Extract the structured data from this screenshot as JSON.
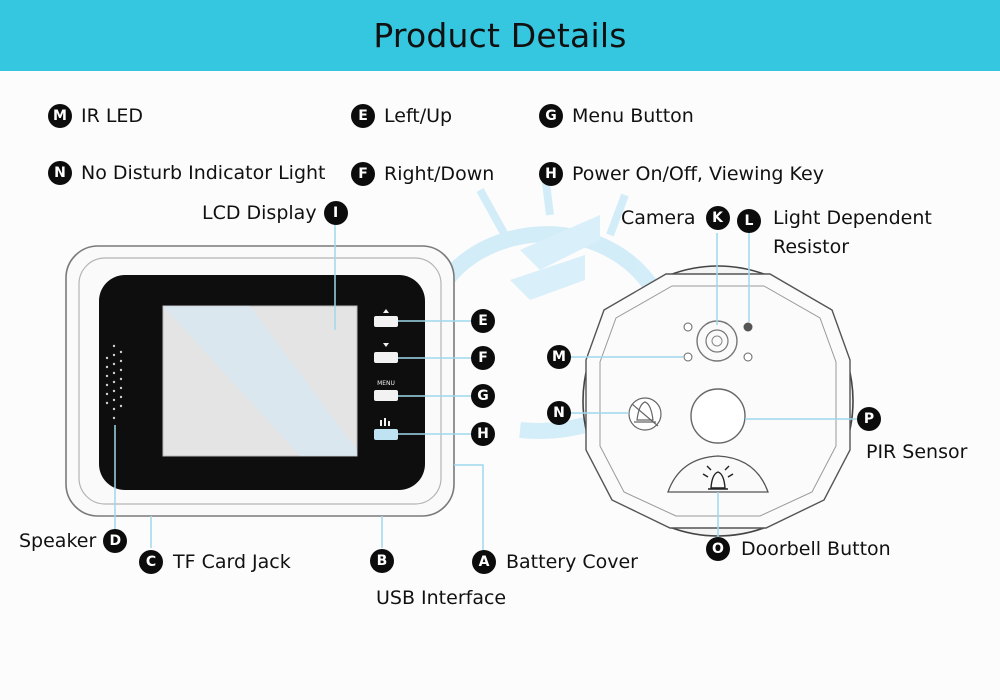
{
  "header": {
    "title": "Product Details"
  },
  "legend": [
    {
      "letter": "M",
      "text": "IR LED"
    },
    {
      "letter": "N",
      "text": "No Disturb Indicator Light"
    },
    {
      "letter": "E",
      "text": "Left/Up"
    },
    {
      "letter": "F",
      "text": "Right/Down"
    },
    {
      "letter": "G",
      "text": "Menu Button"
    },
    {
      "letter": "H",
      "text": "Power On/Off, Viewing Key"
    }
  ],
  "callouts": {
    "lcd_display": {
      "letter": "I",
      "text": "LCD Display"
    },
    "camera": {
      "letter": "K",
      "text": "Camera"
    },
    "light_dependent_resistor": {
      "letter": "L",
      "line1": "Light Dependent",
      "line2": "Resistor"
    },
    "speaker": {
      "letter": "D",
      "text": "Speaker"
    },
    "tf_card_jack": {
      "letter": "C",
      "text": "TF Card Jack"
    },
    "usb_interface": {
      "letter": "B",
      "text": "USB Interface"
    },
    "battery_cover": {
      "letter": "A",
      "text": "Battery Cover"
    },
    "doorbell_button": {
      "letter": "O",
      "text": "Doorbell Button"
    },
    "pir_sensor": {
      "letter": "P",
      "text": "PIR Sensor"
    },
    "monitor_e": {
      "letter": "E"
    },
    "monitor_f": {
      "letter": "F"
    },
    "monitor_g": {
      "letter": "G"
    },
    "monitor_h": {
      "letter": "H"
    },
    "doorbell_m": {
      "letter": "M"
    },
    "doorbell_n": {
      "letter": "N"
    }
  },
  "monitor_buttons": {
    "menu_label": "MENU"
  },
  "colors": {
    "banner": "#35c6e0",
    "badge": "#0c0c0c",
    "leader_line": "#9fd8ec",
    "watermark": "#bfe6f7"
  }
}
